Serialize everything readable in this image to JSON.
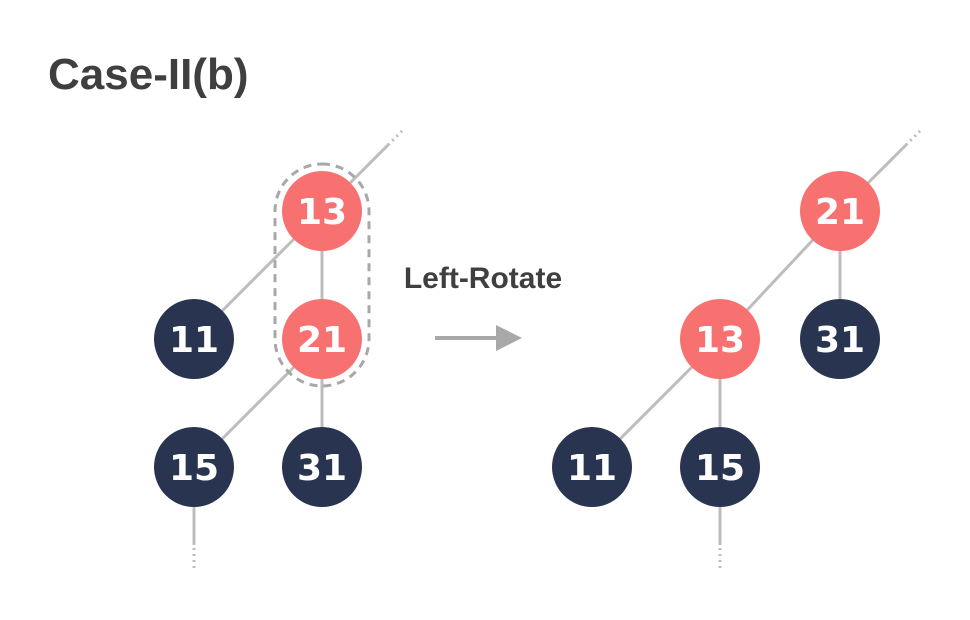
{
  "title": "Case-II(b)",
  "operation_label": "Left-Rotate",
  "colors": {
    "red": "#f77171",
    "black": "#283450",
    "edge": "#bdbdbd",
    "highlight": "#a8a8a8",
    "arrow": "#a8a8a8",
    "title": "#3f3f3f"
  },
  "before_tree": {
    "nodes": [
      {
        "key": "13",
        "color": "red"
      },
      {
        "key": "11",
        "color": "black"
      },
      {
        "key": "21",
        "color": "red"
      },
      {
        "key": "15",
        "color": "black"
      },
      {
        "key": "31",
        "color": "black"
      }
    ]
  },
  "after_tree": {
    "nodes": [
      {
        "key": "21",
        "color": "red"
      },
      {
        "key": "13",
        "color": "red"
      },
      {
        "key": "31",
        "color": "black"
      },
      {
        "key": "11",
        "color": "black"
      },
      {
        "key": "15",
        "color": "black"
      }
    ]
  }
}
